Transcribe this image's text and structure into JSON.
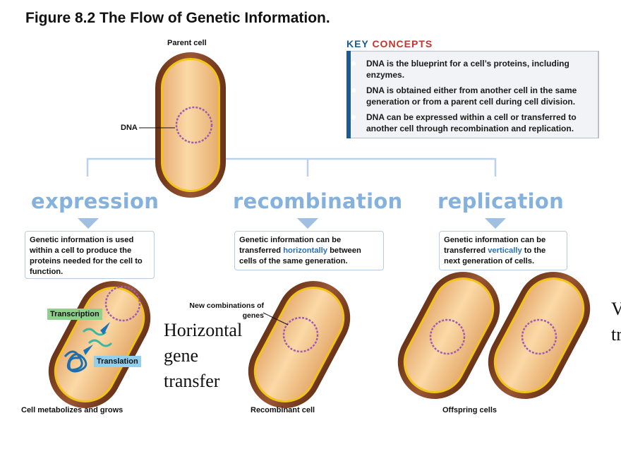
{
  "figure": {
    "title": "Figure 8.2  The Flow of Genetic Information."
  },
  "labels": {
    "parent_cell": "Parent cell",
    "dna": "DNA",
    "new_combinations": "New combinations of genes",
    "transcription": "Transcription",
    "translation": "Translation",
    "cell_metabolizes": "Cell metabolizes and grows",
    "recombinant_cell": "Recombinant cell",
    "offspring_cells": "Offspring cells"
  },
  "key_concepts": {
    "title_part1": "KEY",
    "title_part2": "CONCEPTS",
    "items": [
      "DNA is the blueprint for a cell’s proteins, including enzymes.",
      "DNA is obtained either from another cell in the same generation or from a parent cell during cell division.",
      "DNA can be expressed within a cell or transferred to another cell through recombination and replication."
    ]
  },
  "processes": [
    {
      "name": "expression",
      "description": "Genetic information is used within a cell to produce the proteins needed for the cell to function."
    },
    {
      "name": "recombination",
      "description_before": "Genetic information can be transferred ",
      "highlight": "horizontally",
      "description_after": " between cells of the same generation."
    },
    {
      "name": "replication",
      "description_before": "Genetic information can be transferred ",
      "highlight": "vertically",
      "description_after": " to the next generation of cells."
    }
  ],
  "annotations": {
    "horizontal_gene_transfer": [
      "Horizontal",
      "gene",
      "transfer"
    ],
    "right_edge_fragment": [
      "V",
      "tr"
    ]
  },
  "colors": {
    "accent_blue": "#85b1dd",
    "key_blue": "#1c5a93",
    "key_red": "#c8312c",
    "cell_outer": "#7a3e22",
    "cell_fill": "#f3c68c",
    "cell_outline": "#f2c418",
    "dna_ring": "#a05ab4",
    "transcription_bg": "#8fd08c",
    "translation_bg": "#8fd0ee"
  }
}
